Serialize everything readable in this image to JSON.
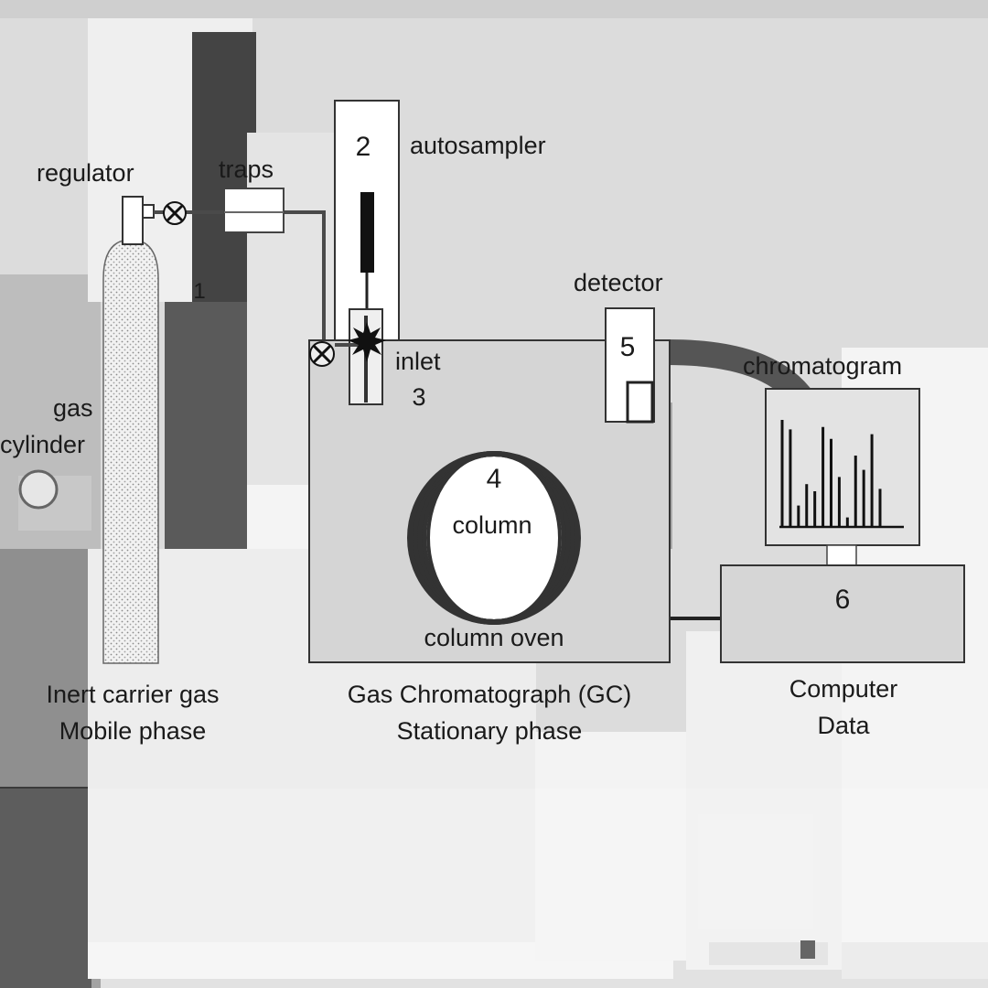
{
  "labels": {
    "regulator": "regulator",
    "traps": "traps",
    "autosampler": "autosampler",
    "num_1": "1",
    "num_2": "2",
    "num_3": "3",
    "num_4": "4",
    "num_5": "5",
    "num_6": "6",
    "detector": "detector",
    "inlet": "inlet",
    "column": "column",
    "column_oven": "column oven",
    "chromatogram": "chromatogram",
    "gas": "gas",
    "cylinder": "cylinder",
    "carrier_line1": "Inert carrier gas",
    "carrier_line2": "Mobile phase",
    "gc_line1": "Gas Chromatograph (GC)",
    "gc_line2": "Stationary phase",
    "computer_line1": "Computer",
    "computer_line2": "Data"
  },
  "chromatogram_peaks": [
    0.9,
    0.82,
    0.18,
    0.36,
    0.3,
    0.84,
    0.74,
    0.42,
    0.08,
    0.6,
    0.48,
    0.78,
    0.32
  ]
}
